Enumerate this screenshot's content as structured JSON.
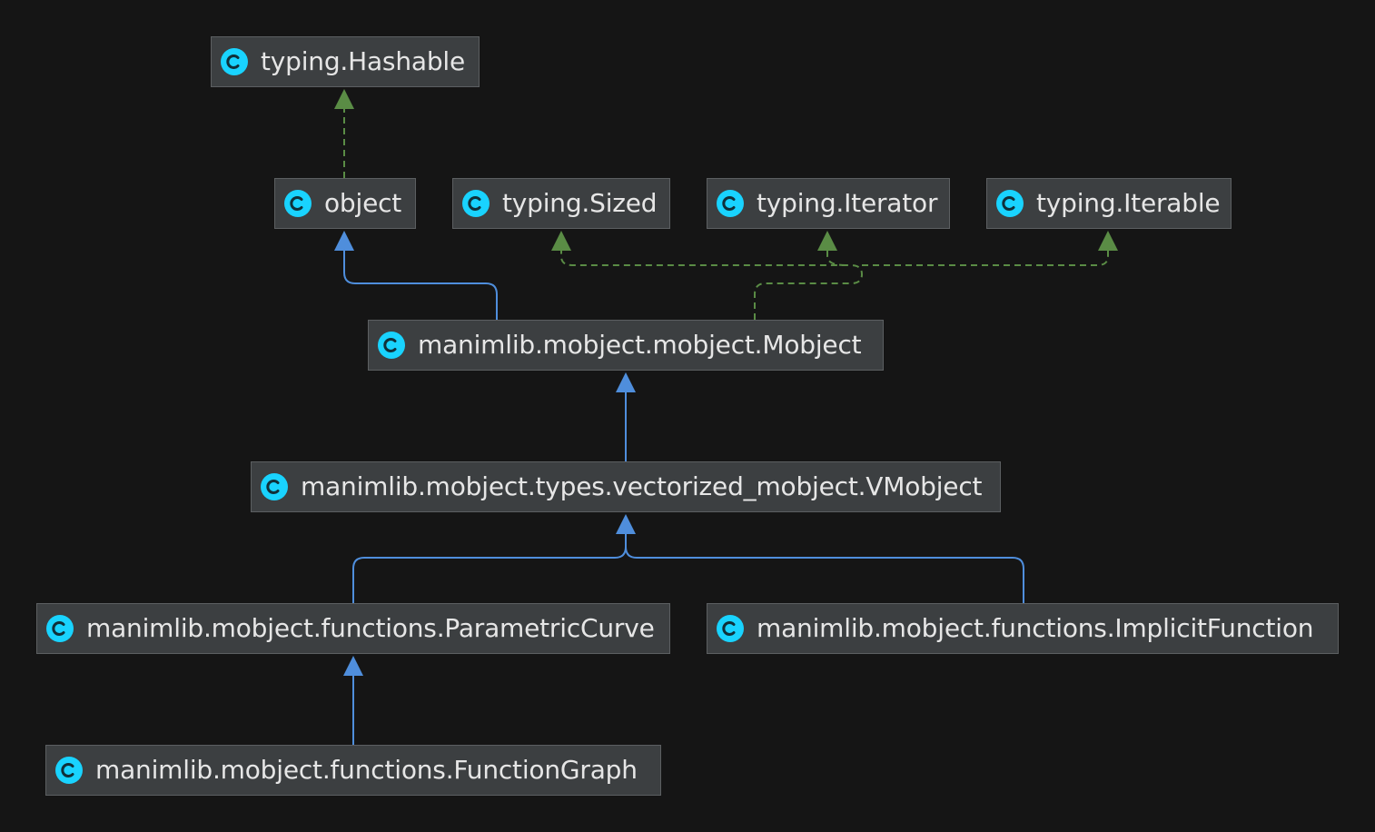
{
  "colors": {
    "background": "#151515",
    "node_fill": "#3c3f41",
    "node_border": "#5c5f61",
    "text": "#e6e6e6",
    "class_icon": "#19d3ff",
    "inheritance_edge": "#4f8edc",
    "implements_edge": "#5a8c45"
  },
  "nodes": [
    {
      "id": "hashable",
      "label": "typing.Hashable",
      "icon": "class-icon"
    },
    {
      "id": "object",
      "label": "object",
      "icon": "class-icon"
    },
    {
      "id": "sized",
      "label": "typing.Sized",
      "icon": "class-icon"
    },
    {
      "id": "iterator",
      "label": "typing.Iterator",
      "icon": "class-icon"
    },
    {
      "id": "iterable",
      "label": "typing.Iterable",
      "icon": "class-icon"
    },
    {
      "id": "mobject",
      "label": "manimlib.mobject.mobject.Mobject",
      "icon": "class-icon"
    },
    {
      "id": "vmobject",
      "label": "manimlib.mobject.types.vectorized_mobject.VMobject",
      "icon": "class-icon"
    },
    {
      "id": "parametric",
      "label": "manimlib.mobject.functions.ParametricCurve",
      "icon": "class-icon"
    },
    {
      "id": "implicit",
      "label": "manimlib.mobject.functions.ImplicitFunction",
      "icon": "class-icon"
    },
    {
      "id": "graph",
      "label": "manimlib.mobject.functions.FunctionGraph",
      "icon": "class-icon"
    }
  ],
  "edges": [
    {
      "from": "object",
      "to": "hashable",
      "kind": "implements"
    },
    {
      "from": "mobject",
      "to": "object",
      "kind": "inheritance"
    },
    {
      "from": "mobject",
      "to": "sized",
      "kind": "implements"
    },
    {
      "from": "mobject",
      "to": "iterator",
      "kind": "implements"
    },
    {
      "from": "mobject",
      "to": "iterable",
      "kind": "implements"
    },
    {
      "from": "vmobject",
      "to": "mobject",
      "kind": "inheritance"
    },
    {
      "from": "parametric",
      "to": "vmobject",
      "kind": "inheritance"
    },
    {
      "from": "implicit",
      "to": "vmobject",
      "kind": "inheritance"
    },
    {
      "from": "graph",
      "to": "parametric",
      "kind": "inheritance"
    }
  ]
}
